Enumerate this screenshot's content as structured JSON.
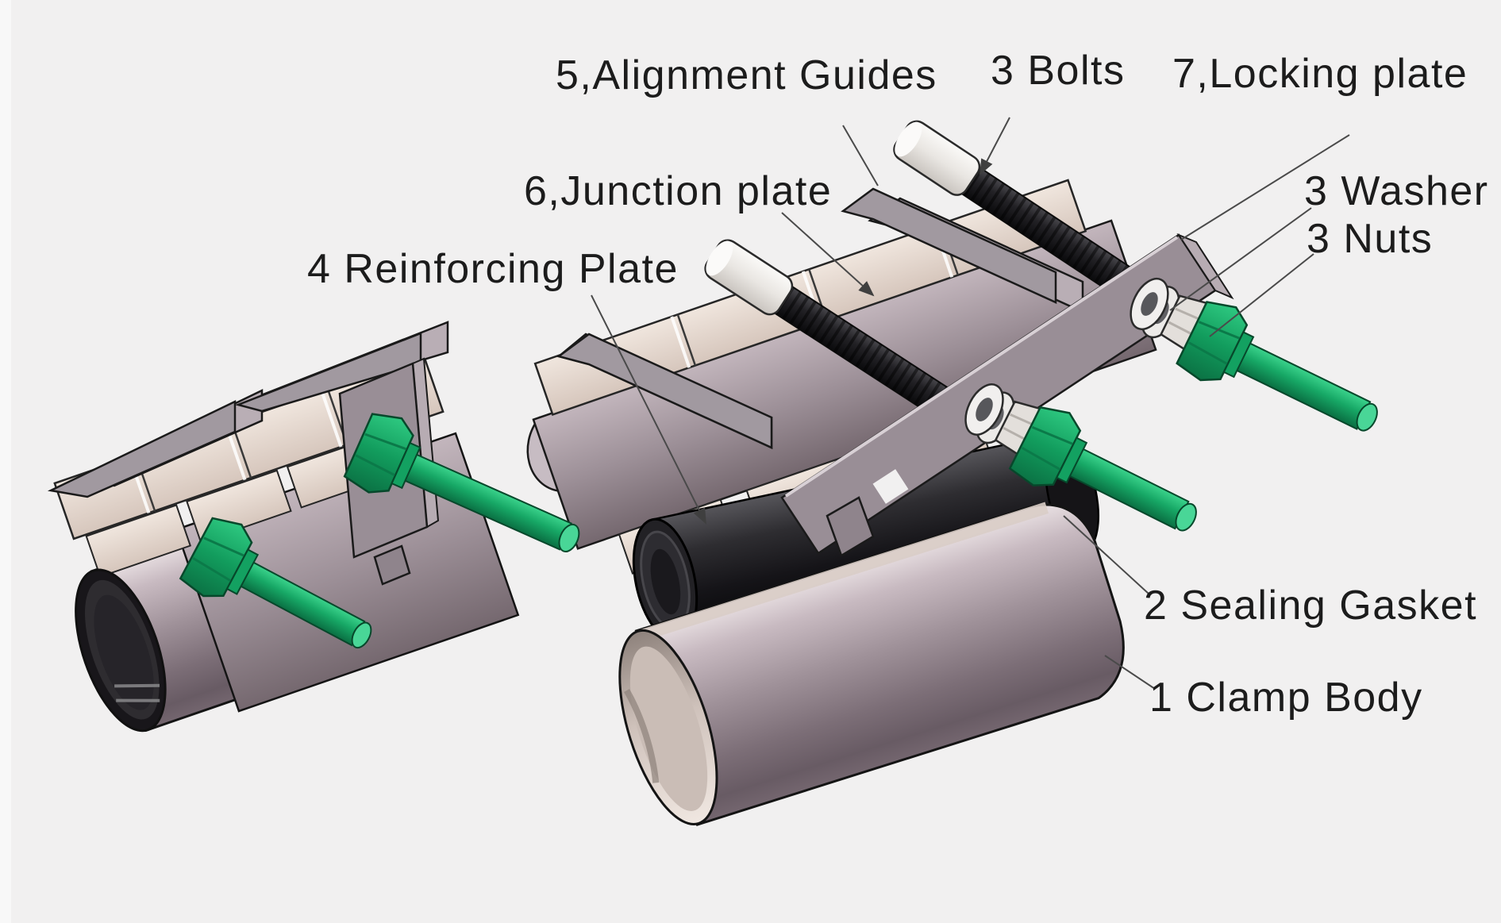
{
  "diagram_title_visible": false,
  "labels": {
    "alignment_guides": "5,Alignment Guides",
    "bolts": "3 Bolts",
    "locking_plate": "7,Locking plate",
    "junction_plate": "6,Junction plate",
    "reinforcing_plate": "4 Reinforcing Plate",
    "washers": "3 Washer",
    "nuts": "3 Nuts",
    "sealing_gasket": "2 Sealing Gasket",
    "clamp_body": "1 Clamp Body"
  },
  "parts": [
    {
      "number": "1",
      "name": "Clamp Body"
    },
    {
      "number": "2",
      "name": "Sealing Gasket"
    },
    {
      "number": "3",
      "name": "Bolts / Washer / Nuts"
    },
    {
      "number": "4",
      "name": "Reinforcing Plate"
    },
    {
      "number": "5",
      "name": "Alignment Guides"
    },
    {
      "number": "6",
      "name": "Junction plate"
    },
    {
      "number": "7",
      "name": "Locking plate"
    }
  ],
  "colors": {
    "background": "#f1f0f0",
    "label_text": "#1c1c1c",
    "leader_line": "#4a4a4a",
    "bolt_green": "#18ab67",
    "metal_grey": "#9a8f97",
    "plate_tan": "#ddcec5",
    "gasket_black": "#131215",
    "bolt_head_white": "#efece9"
  }
}
